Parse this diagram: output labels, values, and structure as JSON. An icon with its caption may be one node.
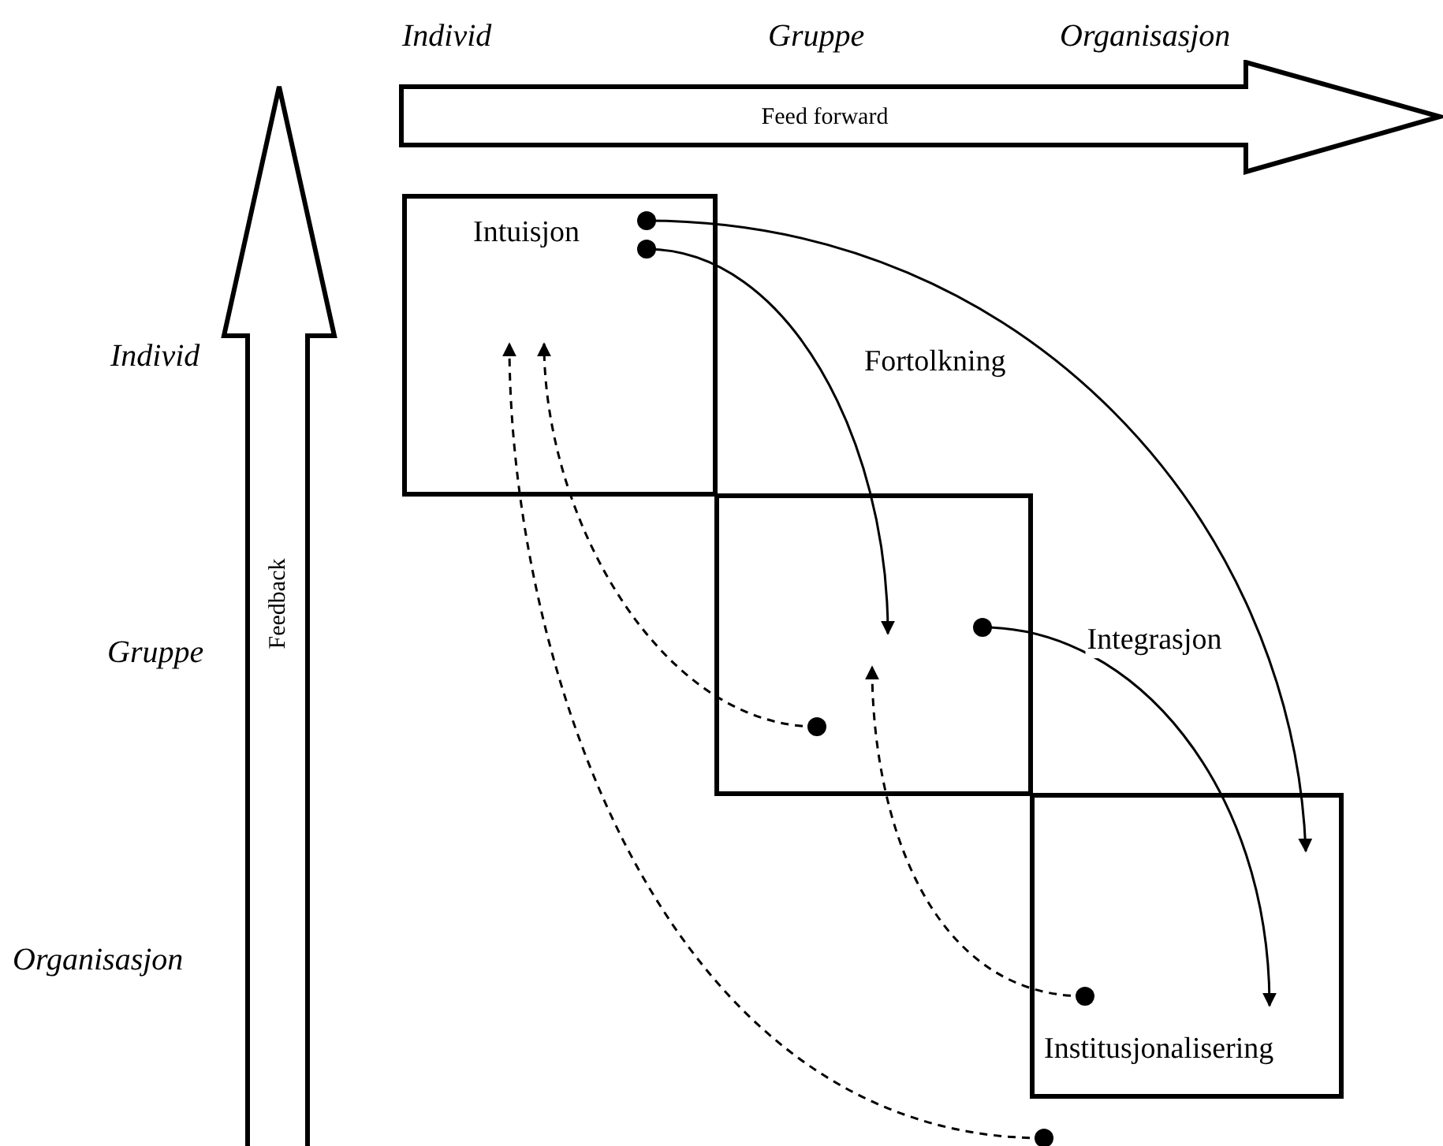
{
  "diagram": {
    "nodes": [
      {
        "text": [
          "Intuisjon"
        ]
      },
      {
        "text": [],
        "shape": "box"
      },
      {
        "text": [
          "Institusjonalisering"
        ]
      },
      {
        "text": [
          "Feed forward"
        ]
      },
      {
        "text": [
          "Feedback"
        ]
      }
    ],
    "edges": [
      {
        "from": 0,
        "to": 2,
        "arrow": "to"
      },
      {
        "from": 0,
        "to": 1,
        "arrow": "to"
      },
      {
        "from": 1,
        "to": 2,
        "arrow": "to",
        "label": "Integrasjon"
      },
      {
        "from": 1,
        "to": 0,
        "arrow": "to",
        "style": "dashed"
      },
      {
        "from": 2,
        "to": 1,
        "arrow": "to",
        "style": "dashed"
      },
      {
        "from": 2,
        "to": 0,
        "arrow": "to",
        "style": "dashed"
      }
    ],
    "labels": [
      "Individ",
      "Gruppe",
      "Organisasjon",
      "Individ",
      "Fortolkning",
      "Gruppe",
      "Organisasjon"
    ]
  }
}
